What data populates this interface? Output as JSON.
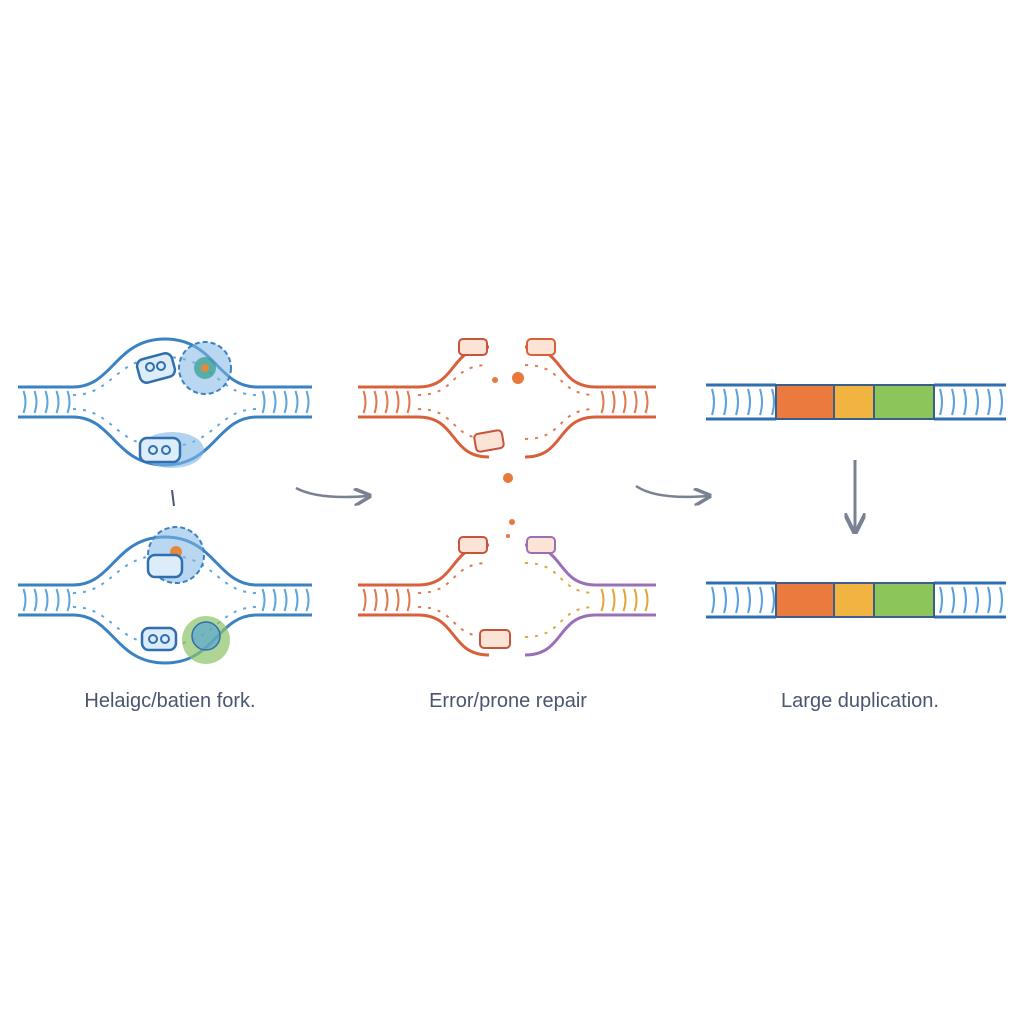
{
  "colors": {
    "fork_strand": "#3b82c4",
    "fork_rung": "#5fa6dc",
    "helicase_fill": "#7fb6e6",
    "polymerase_fill": "#8cc26a",
    "repair_strand": "#d9603a",
    "repair_rung": "#e07850",
    "repair_alt_strand": "#9b6fb8",
    "repair_alt_rung": "#e0a83a",
    "fragment": "#e8793a",
    "arrow": "#7a8192",
    "dup_strand": "#2f6fb0",
    "dup_rung": "#5aa0dc",
    "segment_1": "#ea7a3e",
    "segment_2": "#f2b441",
    "segment_3": "#8cc65a",
    "caption": "#4a5670"
  },
  "panels": [
    {
      "caption": "Helaigc/batien fork.",
      "icons": [
        "dna-fork-icon",
        "helicase-icon",
        "polymerase-icon"
      ]
    },
    {
      "caption": "Error/prone repair",
      "icons": [
        "broken-dna-icon",
        "dna-fragment-icon"
      ]
    },
    {
      "caption": "Large duplication.",
      "icons": [
        "dna-segment-icon"
      ]
    }
  ],
  "arrows": [
    "right-arrow-icon",
    "right-arrow-icon",
    "down-arrow-icon"
  ]
}
